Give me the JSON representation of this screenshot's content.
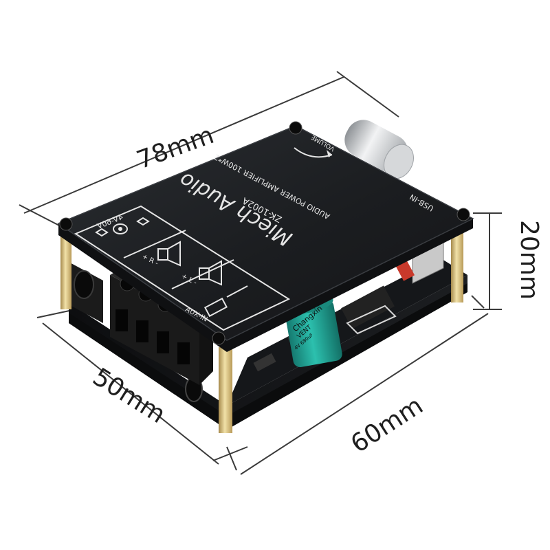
{
  "image": {
    "dimensions": {
      "length": "78mm",
      "height": "20mm",
      "depth": "50mm",
      "width": "60mm"
    },
    "lid": {
      "brand_script": "Miech Audio",
      "model": "ZK-1002A",
      "description": "AUDIO POWER AMPLIFIER 100W*2",
      "volume_label": "VOLUME",
      "usb_label": "USB-IN",
      "power_label": "4V-60V",
      "speaker_right_label": "+ R -",
      "speaker_left_label": "+ L -",
      "aux_label": "AUX-IN"
    },
    "capacitor": {
      "brand": "Changxin",
      "series": "VENT",
      "rating": "4V 680uF"
    },
    "colors": {
      "lid": "#1b1d20",
      "pcb": "#111214",
      "standoff": "#d9c48a",
      "terminal": "#1a1a1a",
      "capacitor": "#1f9c8e",
      "knob": "#c9ccd0",
      "dimension_lines": "#3a3a3a"
    },
    "icons": [
      "power-jack-icon",
      "speaker-icon",
      "audio-jack-icon",
      "volume-arrow-icon"
    ]
  }
}
